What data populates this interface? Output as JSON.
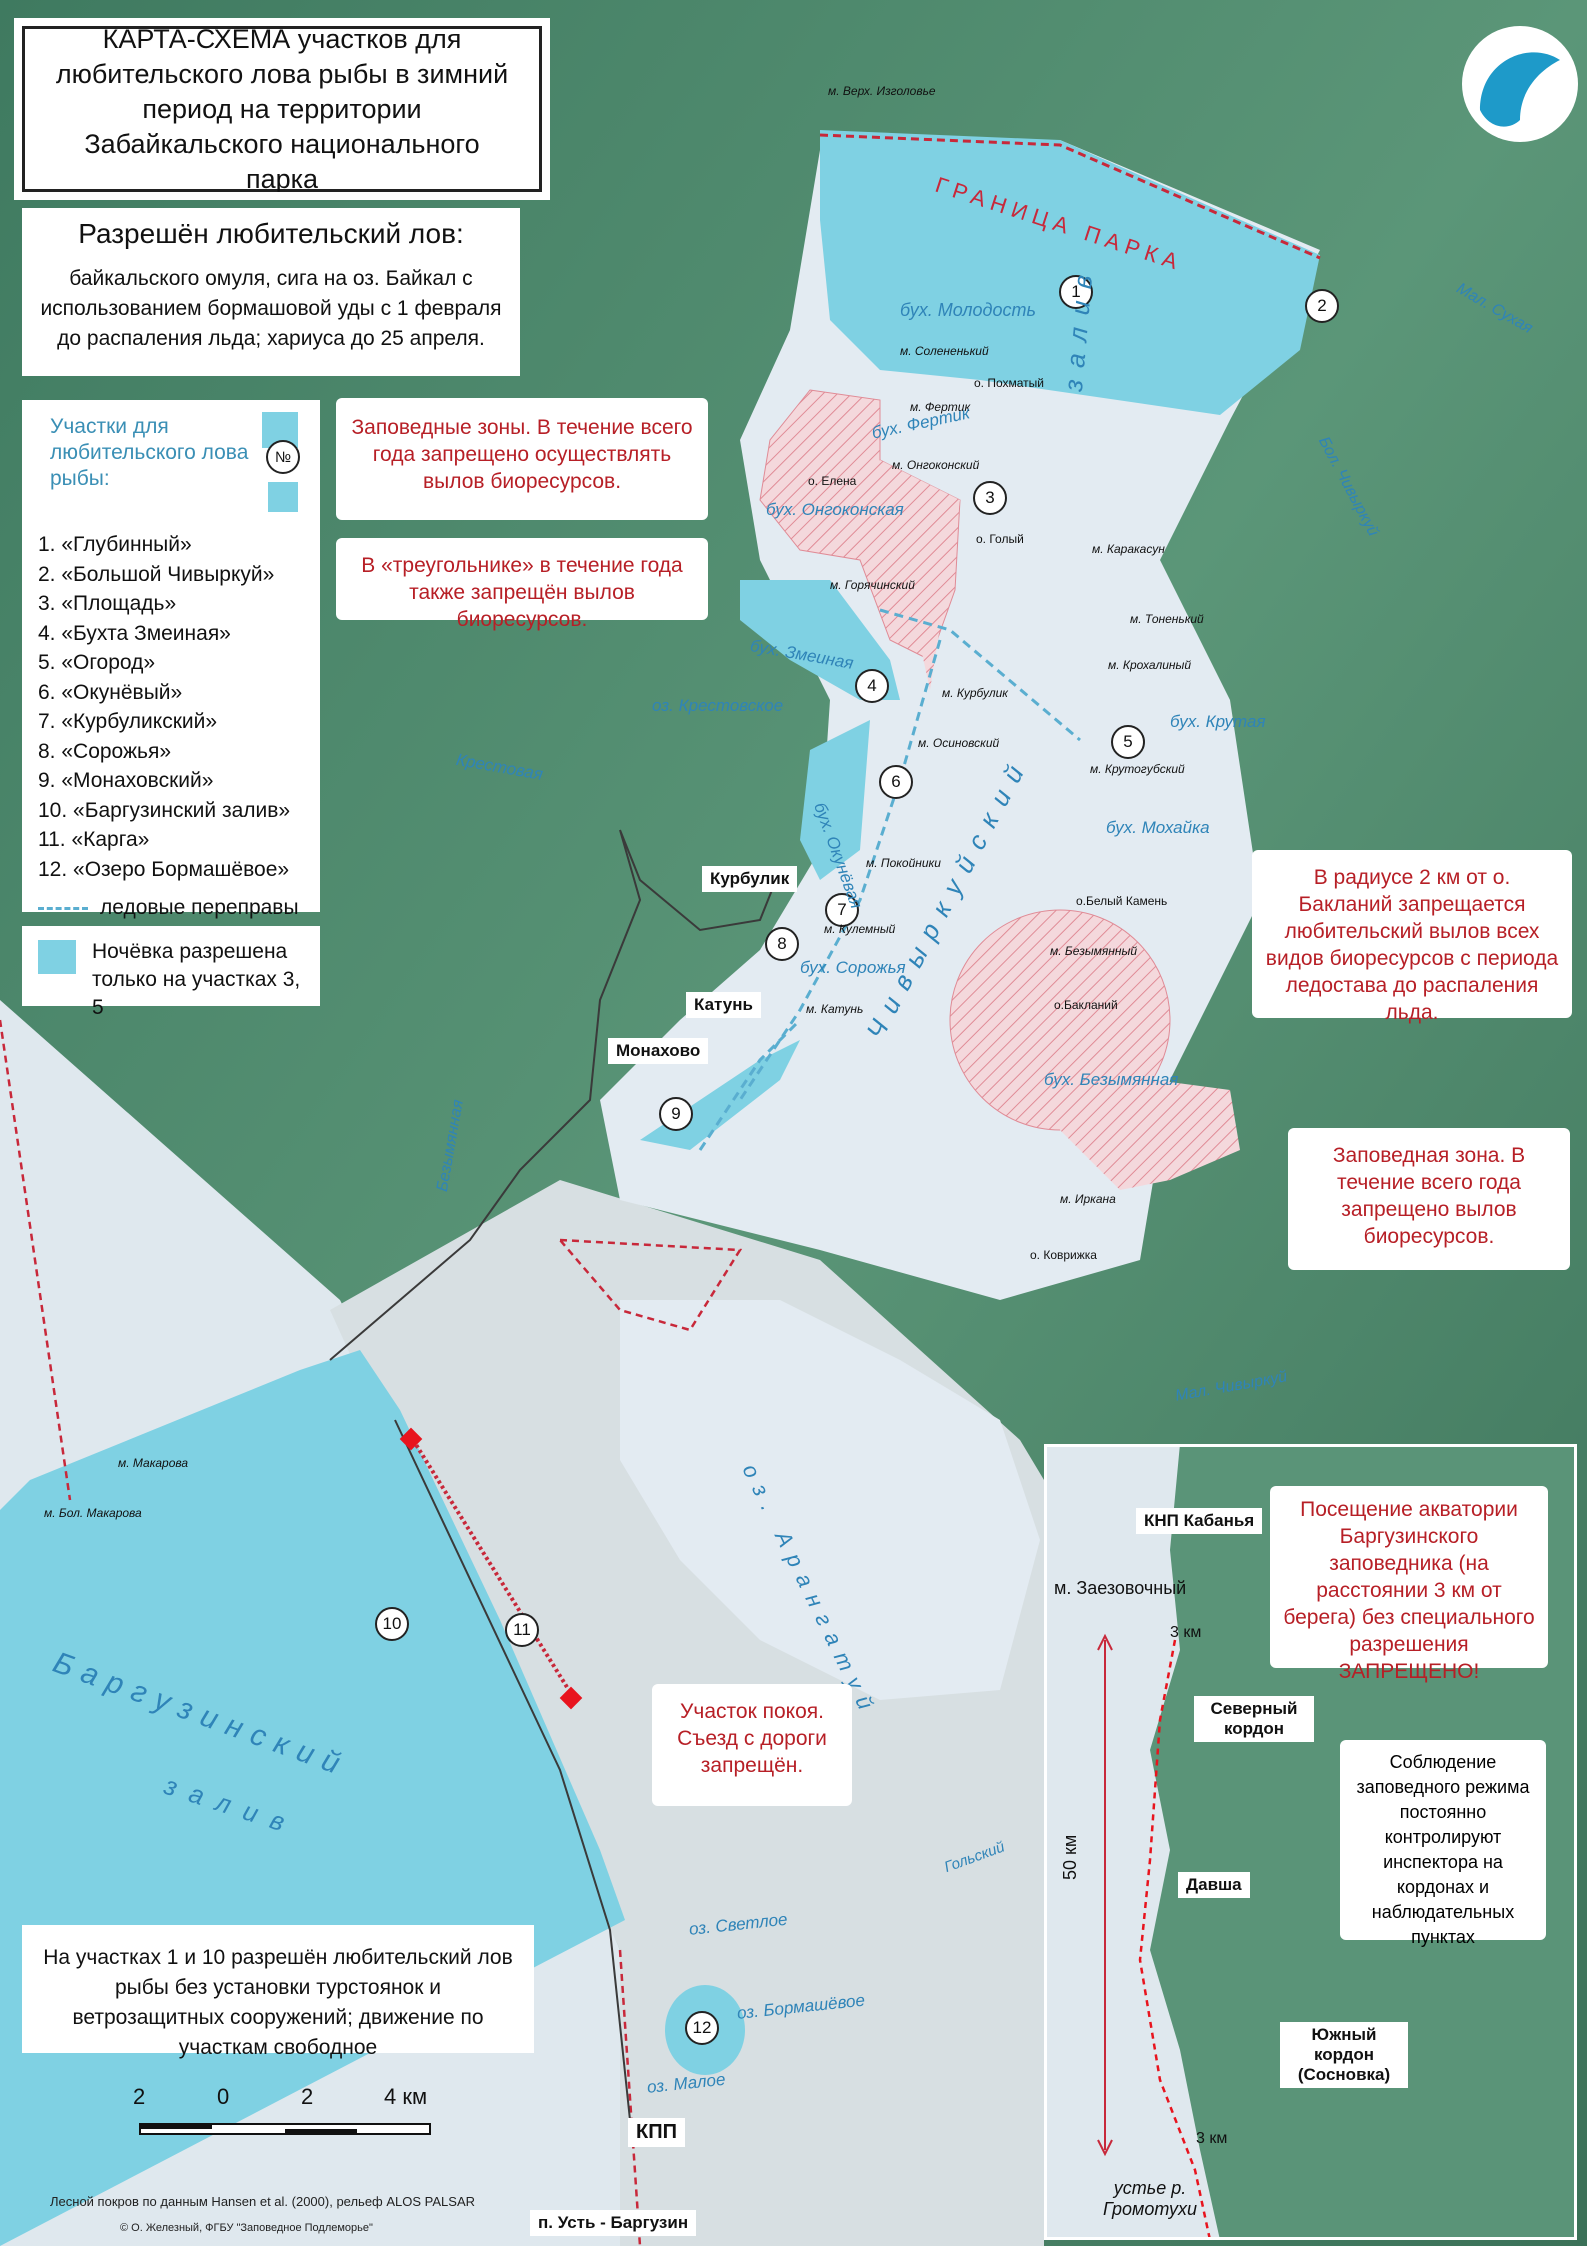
{
  "title": "КАРТА-СХЕМА участков для любительского лова рыбы в зимний период на территории Забайкальского национального парка",
  "allowed": {
    "heading": "Разрешён любительский лов:",
    "text": "байкальского омуля, сига на оз. Байкал с использованием бормашовой уды с 1 февраля до распаления льда; хариуса до 25 апреля."
  },
  "legend": {
    "plots_label": "Участки для любительского лова рыбы:",
    "number_symbol": "№",
    "items": [
      "1. «Глубинный»",
      "2. «Большой Чивыркуй»",
      "3. «Площадь»",
      "4. «Бухта Змеиная»",
      "5. «Огород»",
      "6. «Окунёвый»",
      "7. «Курбуликский»",
      "8. «Сорожья»",
      "9. «Монаховский»",
      "10. «Баргузинский залив»",
      "11. «Карга»",
      "12. «Озеро Бормашёвое»"
    ],
    "crossings": "ледовые переправы"
  },
  "night": "Ночёвка разрешена только на участках 3, 5",
  "notes": {
    "reserve_zones": "Заповедные зоны. В течение всего года запрещено осуществлять вылов биоресурсов.",
    "triangle": "В «треугольнике» в течение года также запрещён вылов биоресурсов.",
    "baklaniy": "В радиусе 2 км от о. Бакланий запрещается любительский вылов всех видов биоресурсов с периода ледостава до распаления льда.",
    "reserve_zone": "Заповедная зона. В течение всего года запрещено вылов биоресурсов.",
    "rest_area": "Участок покоя. Съезд с дороги запрещён.",
    "barguzin_reserve": "Посещение акватории Баргузинского заповедника (на расстоянии 3 км от берега) без специального разрешения ЗАПРЕЩЕНО!",
    "inspectors": "Соблюдение заповедного режима постоянно контролируют инспектора на кордонах и наблюдательных пунктах",
    "plots_1_10": "На участках 1 и 10 разрешён любительский лов рыбы без установки турстоянок и ветрозащитных сооружений; движение по участкам свободное"
  },
  "map_labels": {
    "park_border": "ГРАНИЦА ПАРКА",
    "verkh_izgolovye": "м. Верх. Изголовье",
    "molodost": "бух. Молодость",
    "solenenkiy": "м. Солененький",
    "pokhmatyy": "о. Похматый",
    "fertik_cape": "м. Фертик",
    "fertik_bay": "бух. Фертик",
    "elena": "о. Елена",
    "ongokonskiy": "м. Онгоконский",
    "ongokonskaya": "бух. Онгоконская",
    "golyy": "о. Голый",
    "goryachinskiy": "м. Горячинский",
    "karakasun": "м. Каракасун",
    "tonenkiy": "м. Тоненький",
    "krokhalinyy": "м. Крохалиный",
    "zmeinaya": "бух. Змеиная",
    "krestovskoe": "оз. Крестовское",
    "krestovaya": "Крестовая",
    "kurbulik_cape": "м. Курбулик",
    "krutaya": "бух. Крутая",
    "osinovskiy": "м. Осиновский",
    "krutogubskiy": "м. Крутогубский",
    "okunevaya": "бух. Окунёвая",
    "pokoyniki": "м. Покойники",
    "mokhayka": "бух. Мохайка",
    "belyy_kamen": "о.Белый Камень",
    "kulemnyy": "м. Кулемный",
    "bezymyannyy": "м. Безымянный",
    "sorozhya": "бух. Сорожья",
    "katun_cape": "м. Катунь",
    "baklaniy": "о.Бакланий",
    "bezymyannaya": "бух. Безымянная",
    "irkana": "м. Иркана",
    "kovrizhka": "о. Коврижка",
    "chivyrkuy_bay": "Чивыркуйский",
    "zaliv": "залив",
    "mal_chivyrkuy": "Мал. Чивыркуй",
    "bol_chivyrkuy": "Бол. Чивыркуй",
    "mal_sukhaya": "Мал. Сухая",
    "bezymyannaya_river": "Безымянная",
    "arangatuy": "оз. Арангатуй",
    "makarova": "м. Макарова",
    "bol_makarova": "м. Бол. Макарова",
    "barguzinskiy": "Баргузинский",
    "barguzin_zaliv": "залив",
    "svetloe": "оз. Светлое",
    "bormashevoe": "оз. Бормашёвое",
    "maloe": "оз. Малое",
    "golskiy": "Гольский",
    "kurbulik_village": "Курбулик",
    "katun_village": "Катунь",
    "monakhovo": "Монахово",
    "kpp": "КПП",
    "ust_barguzin": "п. Усть - Баргузин"
  },
  "plot_numbers": [
    "1",
    "2",
    "3",
    "4",
    "5",
    "6",
    "7",
    "8",
    "9",
    "10",
    "11",
    "12"
  ],
  "inset": {
    "knp_kabanya": "КНП Кабанья",
    "zaezovochnyy": "м. Заезовочный",
    "severnyy": "Северный кордон",
    "davsha": "Давша",
    "yuzhnyy": "Южный кордон (Сосновка)",
    "ustye": "устье р. Громотухи",
    "km3_top": "3 км",
    "km3_bottom": "3 км",
    "km50": "50 км"
  },
  "scale": {
    "t0": "2",
    "t1": "0",
    "t2": "2",
    "t3": "4 км"
  },
  "footer": {
    "source": "Лесной покров по данным Hansen et al. (2000), рельеф ALOS PALSAR",
    "copyright": "© О. Железный, ФГБУ \"Заповедное Подлеморье\""
  },
  "colors": {
    "water_plot": "#7fd1e3",
    "forest": "#4f8a6a",
    "ice": "#e3ebf2",
    "red": "#b71f26",
    "river_label": "#2f84b8"
  }
}
